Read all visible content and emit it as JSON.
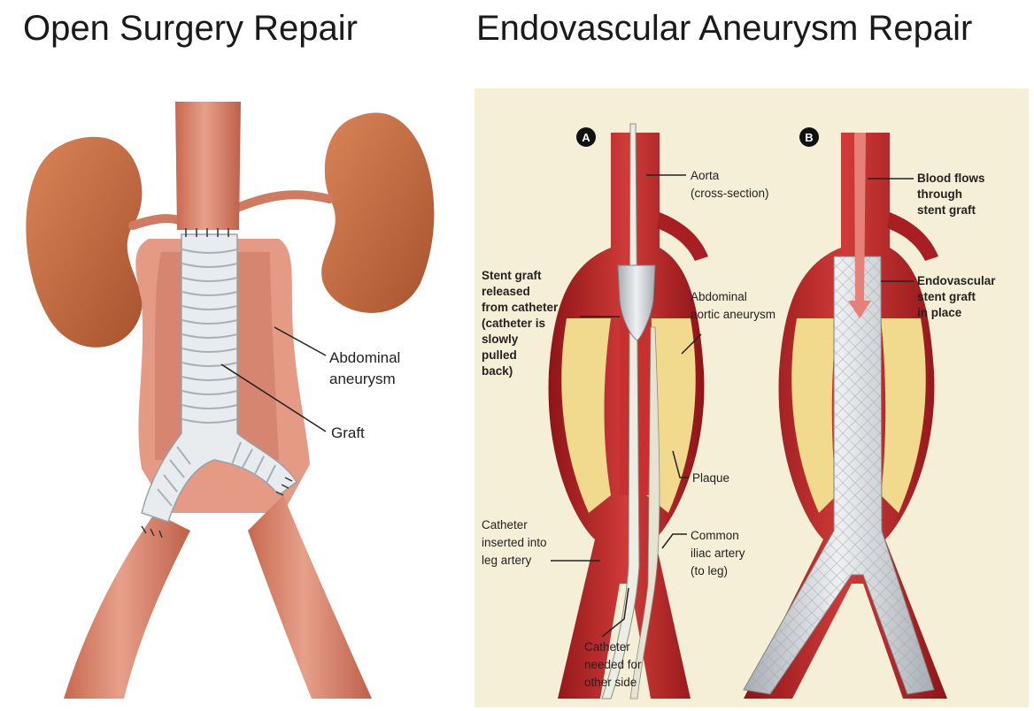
{
  "headings": {
    "left": "Open Surgery Repair",
    "right": "Endovascular Aneurysm Repair"
  },
  "open_surgery": {
    "labels": {
      "aneurysm_line1": "Abdominal",
      "aneurysm_line2": "aneurysm",
      "graft": "Graft"
    }
  },
  "endovascular": {
    "panel_a": {
      "badge": "A",
      "aorta_line1": "Aorta",
      "aorta_line2": "(cross-section)",
      "stent_release_lines": [
        "Stent graft",
        "released",
        "from catheter",
        "(catheter is",
        "slowly",
        "pulled",
        "back)"
      ],
      "aaa_line1": "Abdominal",
      "aaa_line2": "aortic aneurysm",
      "plaque": "Plaque",
      "catheter_inserted_lines": [
        "Catheter",
        "inserted into",
        "leg artery"
      ],
      "iliac_lines": [
        "Common",
        "iliac artery",
        "(to leg)"
      ],
      "catheter_needed_lines": [
        "Catheter",
        "needed for",
        "other side"
      ]
    },
    "panel_b": {
      "badge": "B",
      "blood_flow_lines": [
        "Blood flows",
        "through",
        "stent graft"
      ],
      "stent_in_place_lines": [
        "Endovascular",
        "stent graft",
        "in place"
      ]
    }
  },
  "colors": {
    "artery": "#d9826a",
    "artery_dark": "#b85a44",
    "kidney": "#c06a42",
    "graft": "#e8ebee",
    "endo_bg": "#f6efd7",
    "vessel_red": "#b8262a",
    "plaque": "#f1d98e"
  }
}
